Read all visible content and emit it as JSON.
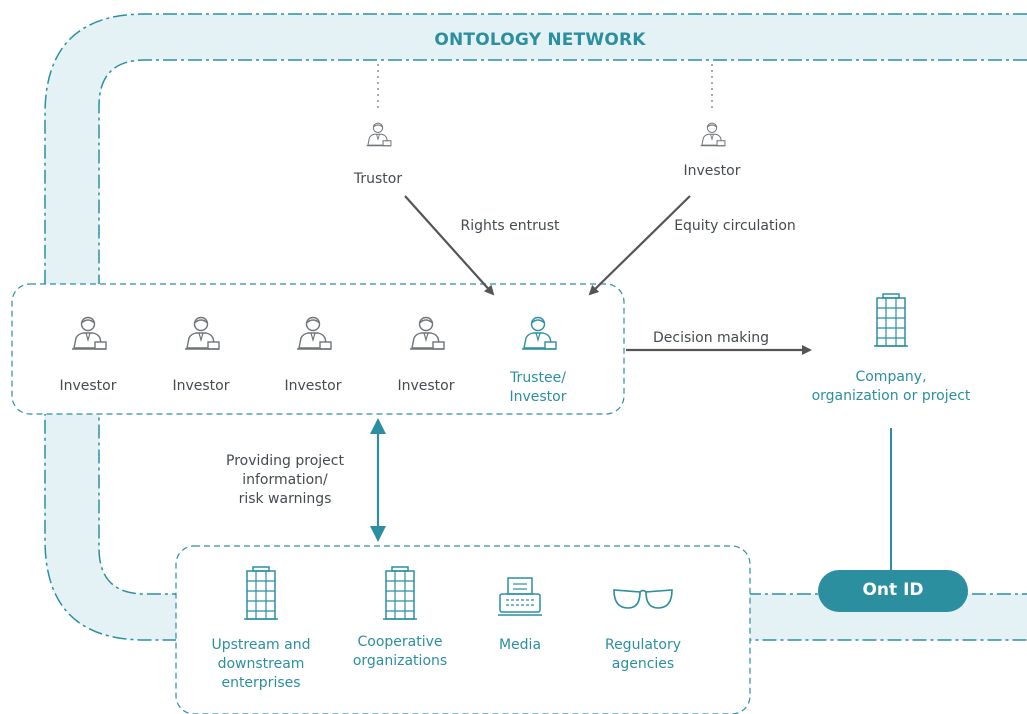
{
  "network": {
    "title": "ONTOLOGY NETWORK"
  },
  "top": {
    "trustor": "Trustor",
    "investor": "Investor",
    "rights_entrust": "Rights entrust",
    "equity_circulation": "Equity circulation"
  },
  "group": {
    "investors": [
      "Investor",
      "Investor",
      "Investor",
      "Investor"
    ],
    "trustee": "Trustee/\nInvestor"
  },
  "decision": {
    "label": "Decision making",
    "target": "Company,\norganization or project"
  },
  "providing": {
    "label": "Providing project\ninformation/\nrisk warnings"
  },
  "bottom": {
    "items": [
      "Upstream and\ndownstream\nenterprises",
      "Cooperative\norganizations",
      "Media",
      "Regulatory\nagencies"
    ]
  },
  "ontid": {
    "label": "Ont ID"
  },
  "colors": {
    "accent": "#2c8fa0",
    "band": "#e5f2f5",
    "text": "#444b4f",
    "arrow": "#555555",
    "icon_gray": "#6e7478"
  },
  "icons": {
    "person": "businessman-icon",
    "building": "building-icon",
    "media": "typewriter-icon",
    "regulator": "glasses-icon"
  }
}
